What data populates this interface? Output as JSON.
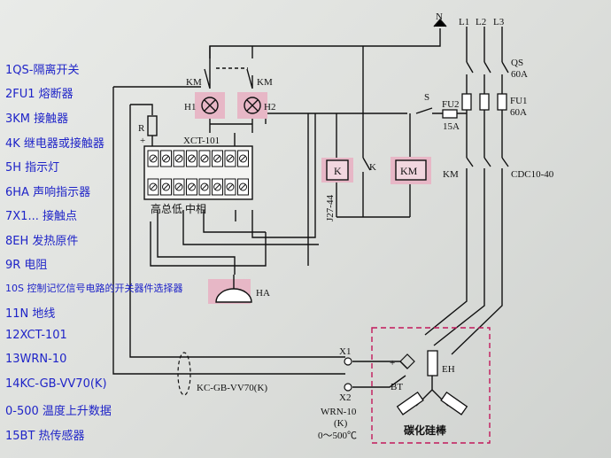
{
  "legend": [
    "1QS-隔离开关",
    "2FU1 熔断器",
    "3KM 接触器",
    "4K 继电器或接触器",
    "5H 指示灯",
    "6HA 声响指示器",
    "7X1... 接触点",
    "8EH 发热原件",
    "9R 电阻",
    "10S 控制记忆信号电路的开关器件选择器",
    "11N 地线",
    "12XCT-101",
    "13WRN-10",
    "14KC-GB-VV70(K)",
    "0-500 温度上升数据",
    "15BT 热传感器"
  ],
  "labels": {
    "N": "N",
    "L1": "L1",
    "L2": "L2",
    "L3": "L3",
    "QS": "QS",
    "qs_rating": "60A",
    "FU1": "FU1",
    "fu1_rating": "60A",
    "FU2": "FU2",
    "fu2_rating": "15A",
    "S": "S",
    "KM_left": "KM",
    "KM_right": "KM",
    "H1": "H1",
    "H2": "H2",
    "R": "R",
    "plus": "+",
    "minus": "-",
    "XCT": "XCT-101",
    "terminal_labels": "高总低    中相",
    "J27": "J27-44",
    "K_box": "K",
    "K_contact": "K",
    "KM_box": "KM",
    "KM_main": "KM",
    "CDC": "CDC10-40",
    "HA": "HA",
    "X1": "X1",
    "X2": "X2",
    "cable": "KC-GB-VV70(K)",
    "WRN": "WRN-10",
    "WRN_K": "(K)",
    "range": "0～500℃",
    "plus2": "+",
    "BT": "BT",
    "EH": "EH",
    "rod": "碳化硅棒"
  },
  "colors": {
    "legend_text": "#1f24c8",
    "wire": "#111111",
    "highlight": "#e7b7c6",
    "furnace_border": "#c2185b"
  }
}
